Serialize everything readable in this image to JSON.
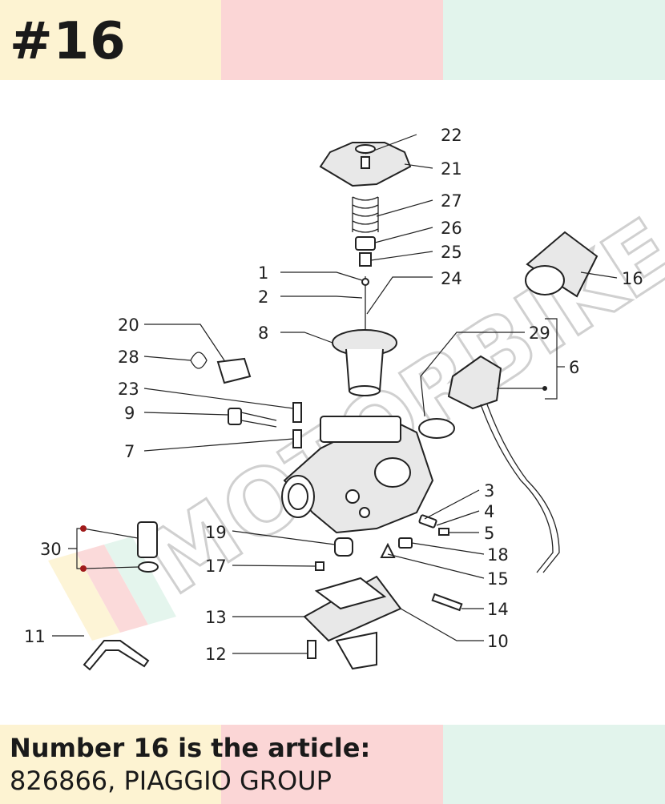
{
  "header": {
    "title": "#16"
  },
  "caption": {
    "line1": "Number 16 is the article:",
    "line2": "826866, PIAGGIO GROUP"
  },
  "diagram": {
    "watermark": "MOTORBIKE",
    "callouts": [
      "22",
      "21",
      "27",
      "26",
      "25",
      "1",
      "24",
      "2",
      "16",
      "20",
      "8",
      "29",
      "6",
      "28",
      "23",
      "9",
      "7",
      "3",
      "4",
      "5",
      "18",
      "19",
      "30",
      "17",
      "15",
      "14",
      "13",
      "11",
      "10",
      "12"
    ]
  },
  "colors": {
    "band_yellow": "#fdf3d2",
    "band_pink": "#fbd6d6",
    "band_mint": "#e2f4ec",
    "ink": "#1a1a1a"
  }
}
